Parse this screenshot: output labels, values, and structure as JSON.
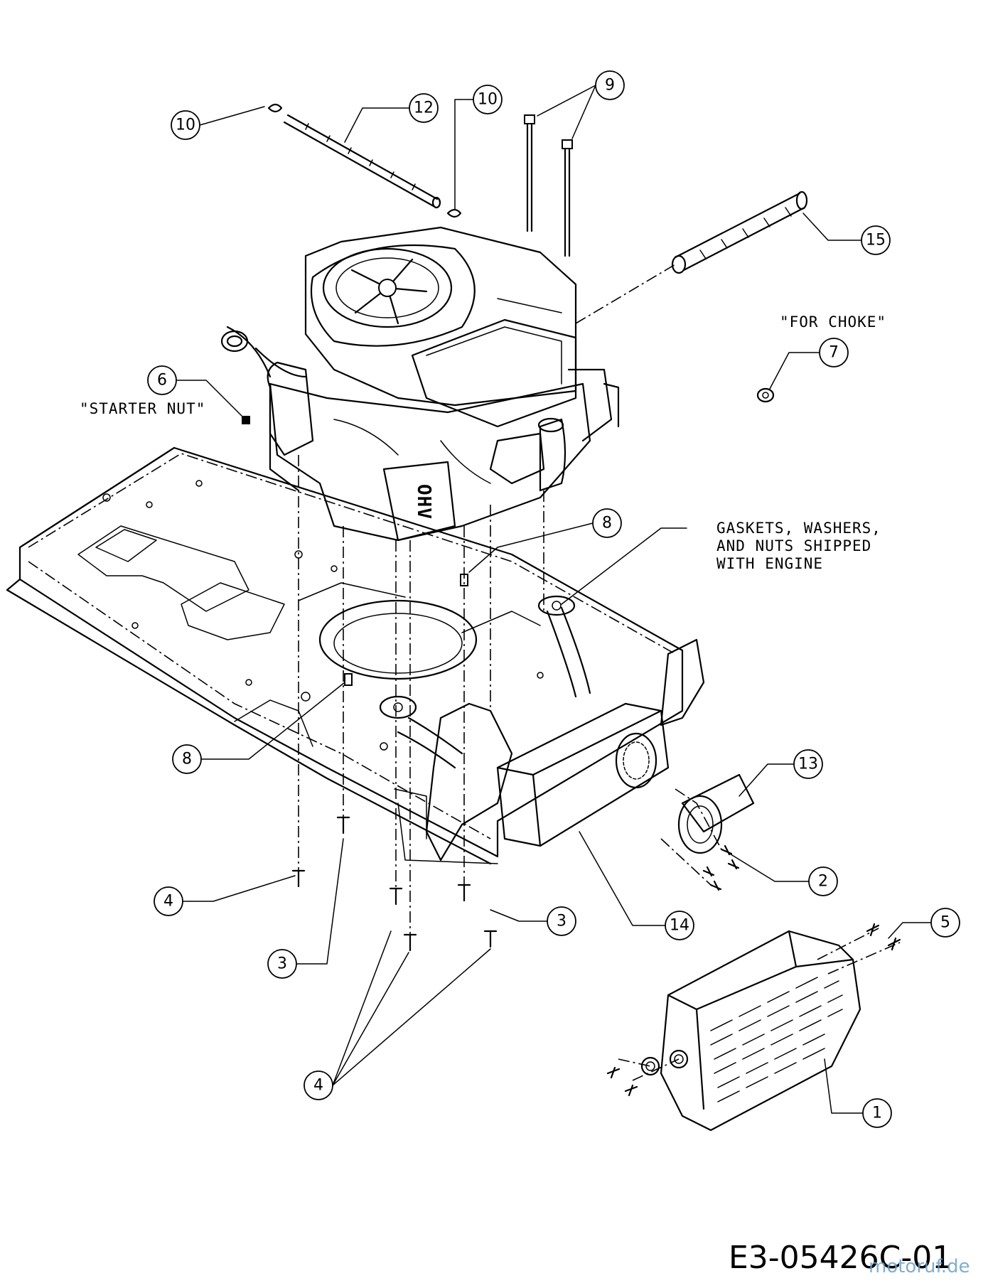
{
  "diagram": {
    "document_code": "E3-05426C-01",
    "watermark": "motoruf.de",
    "engine_badge": "OHV",
    "notes": {
      "starter_nut": "\"STARTER NUT\"",
      "for_choke": "\"FOR CHOKE\"",
      "gaskets_line1": "GASKETS, WASHERS,",
      "gaskets_line2": "AND NUTS SHIPPED",
      "gaskets_line3": "WITH ENGINE"
    },
    "callouts": {
      "c10a": "10",
      "c12": "12",
      "c10b": "10",
      "c9": "9",
      "c15": "15",
      "c7": "7",
      "c6": "6",
      "c8a": "8",
      "c8b": "8",
      "c13": "13",
      "c2": "2",
      "c4a": "4",
      "c3a": "3",
      "c3b": "3",
      "c14": "14",
      "c5": "5",
      "c4b": "4",
      "c1": "1"
    }
  }
}
